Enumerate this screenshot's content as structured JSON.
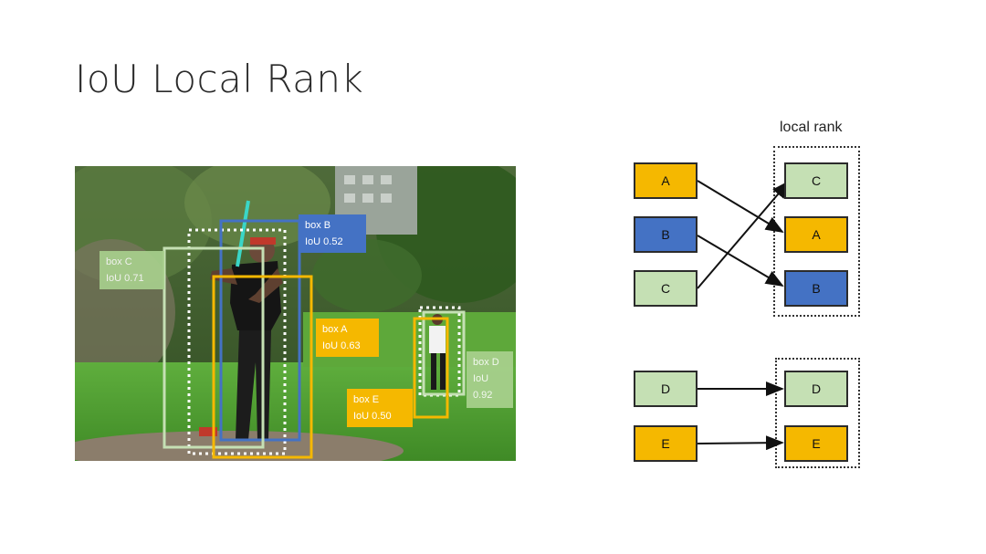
{
  "slide": {
    "title": "IoU Local Rank"
  },
  "photo": {
    "detections": [
      {
        "id": "box-b",
        "name": "box B",
        "iou": "IoU 0.52",
        "color": "#4472c4"
      },
      {
        "id": "box-c",
        "name": "box C",
        "iou": "IoU 0.71",
        "color": "#a9d18e"
      },
      {
        "id": "box-a",
        "name": "box A",
        "iou": "IoU 0.63",
        "color": "#f5b800"
      },
      {
        "id": "box-d",
        "name": "box D",
        "iou_line1": "IoU",
        "iou_line2": "0.92",
        "color": "#a9d18e"
      },
      {
        "id": "box-e",
        "name": "box E",
        "iou": "IoU 0.50",
        "color": "#f5b800"
      }
    ]
  },
  "rank_diagram": {
    "title": "local rank",
    "colors": {
      "A": "#f5b800",
      "B": "#4472c4",
      "C": "#c5e0b4",
      "D": "#c5e0b4",
      "E": "#f5b800"
    },
    "group1": {
      "inputs": [
        "A",
        "B",
        "C"
      ],
      "ranked": [
        "C",
        "A",
        "B"
      ]
    },
    "group2": {
      "inputs": [
        "D",
        "E"
      ],
      "ranked": [
        "D",
        "E"
      ]
    }
  }
}
